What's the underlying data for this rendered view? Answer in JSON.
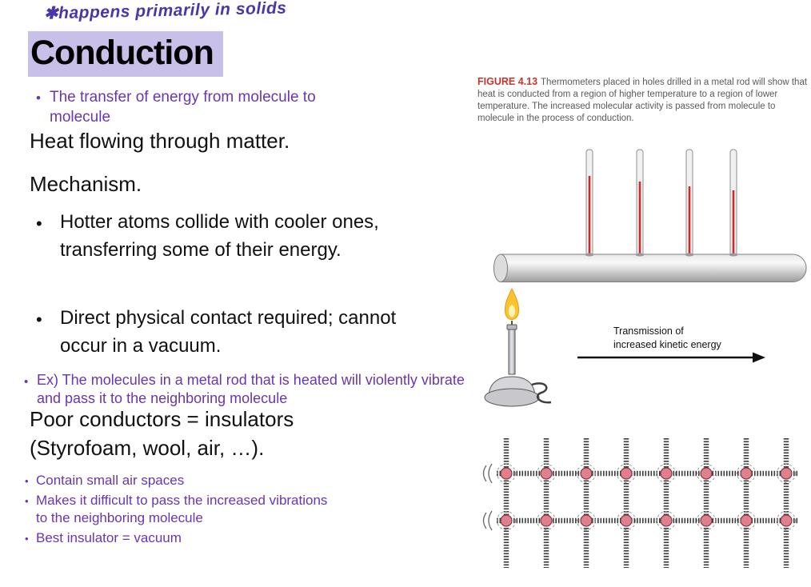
{
  "page": {
    "note": "✱happens primarily in solids",
    "title": "Conduction",
    "intro_bullet": "The transfer of energy from molecule to molecule",
    "heat_line": "Heat flowing through matter.",
    "mechanism_line": "Mechanism.",
    "mechanism_bullets": [
      "Hotter atoms collide with cooler ones, transferring some of their energy.",
      "Direct physical contact required; cannot occur in a vacuum."
    ],
    "example_bullet": "Ex) The molecules in a metal rod that is heated will violently vibrate and pass it to the neighboring molecule",
    "insulators_line": "Poor conductors = insulators (Styrofoam, wool, air, …).",
    "insulator_bullets": [
      "Contain small air spaces",
      "Makes it difficult to pass the increased vibrations to the neighboring molecule",
      "Best insulator = vacuum"
    ]
  },
  "figure": {
    "label": "FIGURE 4.13",
    "caption": "Thermometers placed in holes drilled in a metal rod will show that heat is conducted from a region of higher temperature to a region of lower temperature. The increased molecular activity is passed from molecule to molecule in the process of conduction.",
    "arrow_label_line1": "Transmission of",
    "arrow_label_line2": "increased kinetic energy"
  },
  "colors": {
    "purple_text": "#6a35b0",
    "handwriting_purple": "#4b35a8",
    "title_highlight": "#c9c0ea",
    "figure_label_red": "#c9342a",
    "caption_gray": "#595959",
    "molecule_pink": "#e27f8d",
    "thermometer_red": "#cc2b2b",
    "flame_yellow": "#fcc32c"
  }
}
